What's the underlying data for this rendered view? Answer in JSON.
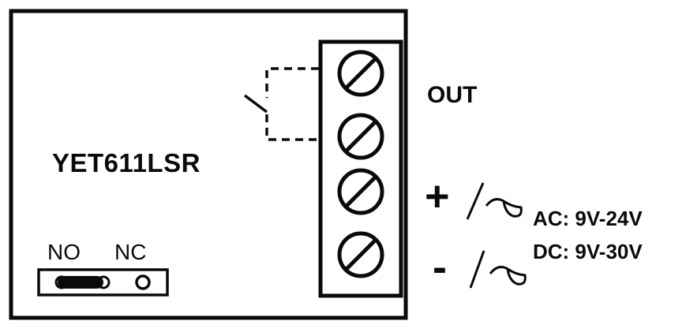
{
  "device": {
    "model": "YET611LSR"
  },
  "terminals": {
    "output_label": "OUT",
    "screws": [
      {
        "id": 1,
        "function": "relay-out-1"
      },
      {
        "id": 2,
        "function": "relay-out-2"
      },
      {
        "id": 3,
        "function": "power-positive"
      },
      {
        "id": 4,
        "function": "power-negative"
      }
    ]
  },
  "power": {
    "positive_symbol": "+",
    "negative_symbol": "-",
    "ac_range": "AC: 9V-24V",
    "dc_range": "DC: 9V-30V"
  },
  "jumper": {
    "label_no": "NO",
    "label_nc": "NC",
    "selected": "NO"
  },
  "colors": {
    "line": "#0a0a0a",
    "background": "#ffffff"
  }
}
